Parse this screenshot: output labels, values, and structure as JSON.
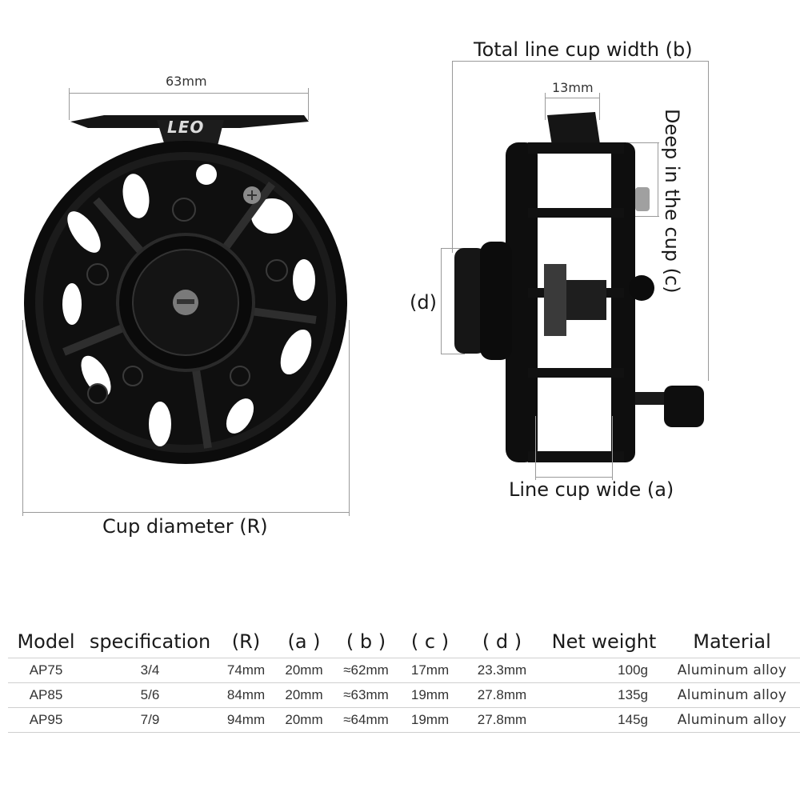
{
  "front_view": {
    "top_dimension": "63mm",
    "bottom_dimension": "Cup diameter (R)",
    "brand_logo": "LEO"
  },
  "side_view": {
    "top_dimension": "Total line cup width (b)",
    "inner_dimension": "13mm",
    "right_dimension": "Deep in the cup (c)",
    "left_dimension": "(d)",
    "bottom_dimension": "Line cup wide (a)"
  },
  "spec_table": {
    "headers": [
      "Model",
      "specification",
      "(R)",
      "(a )",
      "( b )",
      "( c )",
      "( d )",
      "Net weight",
      "Material"
    ],
    "rows": [
      [
        "AP75",
        "3/4",
        "74mm",
        "20mm",
        "≈62mm",
        "17mm",
        "23.3mm",
        "100g",
        "Aluminum alloy"
      ],
      [
        "AP85",
        "5/6",
        "84mm",
        "20mm",
        "≈63mm",
        "19mm",
        "27.8mm",
        "135g",
        "Aluminum alloy"
      ],
      [
        "AP95",
        "7/9",
        "94mm",
        "20mm",
        "≈64mm",
        "19mm",
        "27.8mm",
        "145g",
        "Aluminum alloy"
      ]
    ]
  }
}
